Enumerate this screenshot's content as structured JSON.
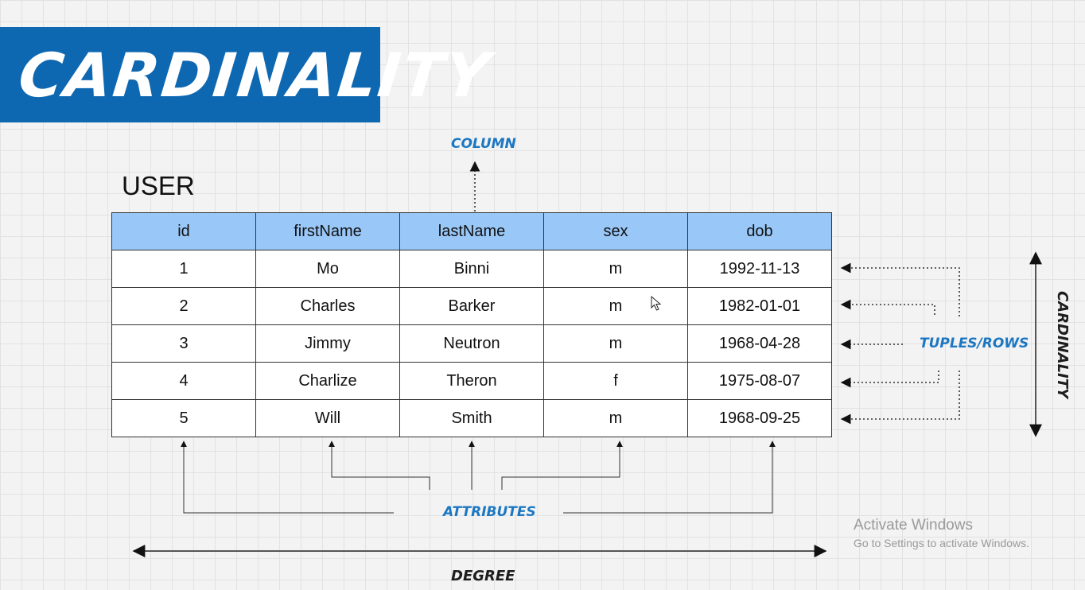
{
  "banner": {
    "title": "CARDINALITY"
  },
  "table": {
    "name": "USER",
    "headers": [
      "id",
      "firstName",
      "lastName",
      "sex",
      "dob"
    ],
    "rows": [
      [
        "1",
        "Mo",
        "Binni",
        "m",
        "1992-11-13"
      ],
      [
        "2",
        "Charles",
        "Barker",
        "m",
        "1982-01-01"
      ],
      [
        "3",
        "Jimmy",
        "Neutron",
        "m",
        "1968-04-28"
      ],
      [
        "4",
        "Charlize",
        "Theron",
        "f",
        "1975-08-07"
      ],
      [
        "5",
        "Will",
        "Smith",
        "m",
        "1968-09-25"
      ]
    ]
  },
  "labels": {
    "column": "COLUMN",
    "tuples_rows": "TUPLES/ROWS",
    "attributes": "ATTRIBUTES",
    "degree": "DEGREE",
    "cardinality_side": "CARDINALITY"
  },
  "watermark": {
    "title": "Activate Windows",
    "subtitle": "Go to Settings to activate Windows."
  },
  "colors": {
    "banner": "#0d67b1",
    "header_fill": "#99c7f7",
    "label_blue": "#1c77c3"
  }
}
